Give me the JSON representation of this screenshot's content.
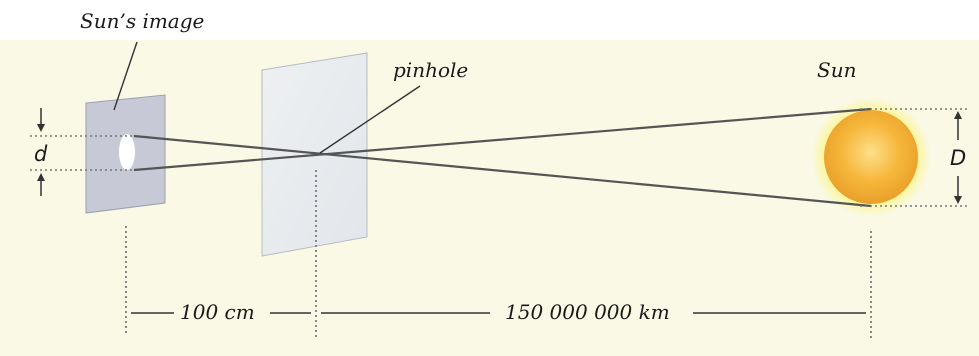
{
  "labels": {
    "sun_image": "Sun’s image",
    "pinhole": "pinhole",
    "sun": "Sun",
    "small_d": "d",
    "big_d": "D",
    "distance_near": "100 cm",
    "distance_far": "150 000 000 km"
  },
  "colors": {
    "panel_background": "#f9f9e6",
    "screen_fill": "#c7c9d6",
    "pinhole_card_fill": "#e9ecef",
    "sun_core": "#f6b73c",
    "sun_glow": "#fff37a",
    "ray_line": "#555555"
  },
  "icons": {
    "sun": "sun-disc",
    "sun_image": "bright-ellipse-spot"
  }
}
